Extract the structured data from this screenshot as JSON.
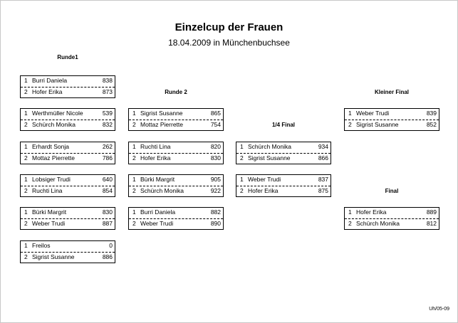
{
  "header": {
    "title": "Einzelcup der Frauen",
    "subtitle": "18.04.2009 in Münchenbuchsee"
  },
  "rounds": {
    "runde1": "Runde1",
    "runde2": "Runde 2",
    "viertel": "1/4 Final",
    "kleiner_final": "Kleiner Final",
    "final": "Final"
  },
  "matches": [
    {
      "p1": {
        "rank": "1",
        "name": "Burri Daniela",
        "score": "838"
      },
      "p2": {
        "rank": "2",
        "name": "Hofer Erika",
        "score": "873"
      }
    },
    {
      "p1": {
        "rank": "1",
        "name": "Werthmüller Nicole",
        "score": "539"
      },
      "p2": {
        "rank": "2",
        "name": "Schürch Monika",
        "score": "832"
      }
    },
    {
      "p1": {
        "rank": "1",
        "name": "Erhardt Sonja",
        "score": "262"
      },
      "p2": {
        "rank": "2",
        "name": "Mottaz Pierrette",
        "score": "786"
      }
    },
    {
      "p1": {
        "rank": "1",
        "name": "Lobsiger Trudi",
        "score": "640"
      },
      "p2": {
        "rank": "2",
        "name": "Ruchti Lina",
        "score": "854"
      }
    },
    {
      "p1": {
        "rank": "1",
        "name": "Bürki Margrit",
        "score": "830"
      },
      "p2": {
        "rank": "2",
        "name": "Weber Trudi",
        "score": "887"
      }
    },
    {
      "p1": {
        "rank": "1",
        "name": "Freilos",
        "score": "0"
      },
      "p2": {
        "rank": "2",
        "name": "Sigrist Susanne",
        "score": "886"
      }
    },
    {
      "p1": {
        "rank": "1",
        "name": "Sigrist Susanne",
        "score": "865"
      },
      "p2": {
        "rank": "2",
        "name": "Mottaz Pierrette",
        "score": "754"
      }
    },
    {
      "p1": {
        "rank": "1",
        "name": "Ruchti Lina",
        "score": "820"
      },
      "p2": {
        "rank": "2",
        "name": "Hofer Erika",
        "score": "830"
      }
    },
    {
      "p1": {
        "rank": "1",
        "name": "Bürki Margrit",
        "score": "905"
      },
      "p2": {
        "rank": "2",
        "name": "Schürch Monika",
        "score": "922"
      }
    },
    {
      "p1": {
        "rank": "1",
        "name": "Burri Daniela",
        "score": "882"
      },
      "p2": {
        "rank": "2",
        "name": "Weber Trudi",
        "score": "890"
      }
    },
    {
      "p1": {
        "rank": "1",
        "name": "Schürch Monika",
        "score": "934"
      },
      "p2": {
        "rank": "2",
        "name": "Sigrist Susanne",
        "score": "866"
      }
    },
    {
      "p1": {
        "rank": "1",
        "name": "Weber Trudi",
        "score": "837"
      },
      "p2": {
        "rank": "2",
        "name": "Hofer Erika",
        "score": "875"
      }
    },
    {
      "p1": {
        "rank": "1",
        "name": "Weber Trudi",
        "score": "839"
      },
      "p2": {
        "rank": "2",
        "name": "Sigrist Susanne",
        "score": "852"
      }
    },
    {
      "p1": {
        "rank": "1",
        "name": "Hofer Erika",
        "score": "889"
      },
      "p2": {
        "rank": "2",
        "name": "Schürch Monika",
        "score": "812"
      }
    }
  ],
  "footer": {
    "code": "Uh/05-09"
  }
}
